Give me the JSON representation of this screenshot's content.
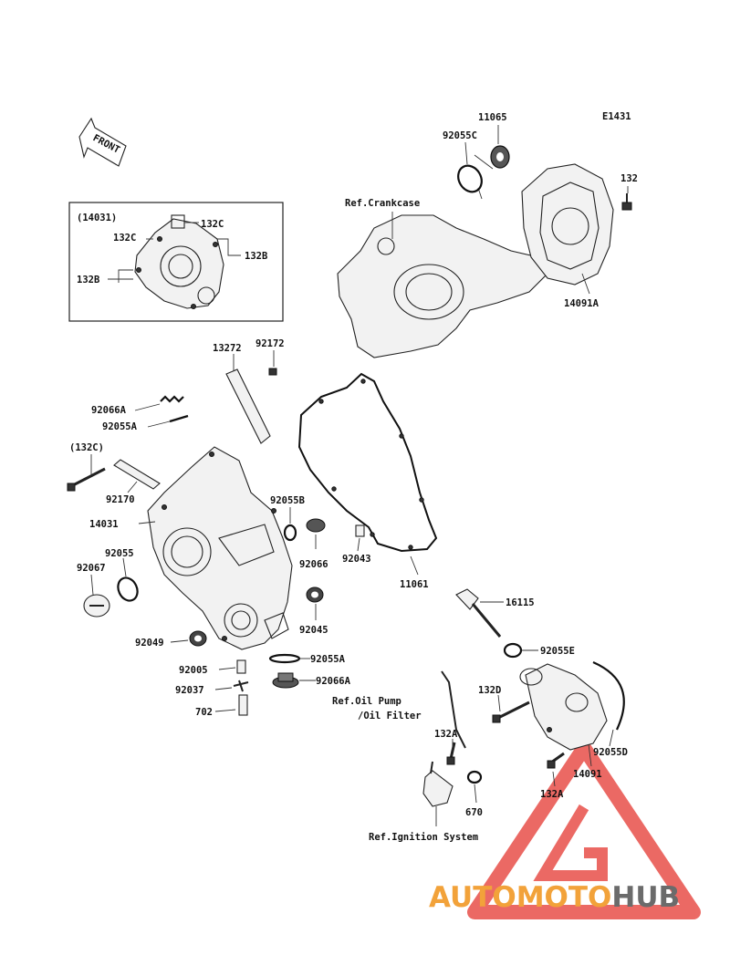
{
  "diagram_code": "E1431",
  "front_marker": "FRONT",
  "inset": {
    "title": "(14031)",
    "labels": {
      "c1": "132C",
      "c2": "132C",
      "b1": "132B",
      "b2": "132B"
    }
  },
  "labels": {
    "p11065": "11065",
    "p92055C": "92055C",
    "p132": "132",
    "p14091A": "14091A",
    "p13272": "13272",
    "p92172": "92172",
    "p92066A_top": "92066A",
    "p92055A_top": "92055A",
    "p132C_paren": "(132C)",
    "p92170": "92170",
    "p92055B": "92055B",
    "p14031": "14031",
    "p92055": "92055",
    "p92067": "92067",
    "p92066": "92066",
    "p92043": "92043",
    "p11061": "11061",
    "p92045": "92045",
    "p92049": "92049",
    "p92005": "92005",
    "p92055A_bot": "92055A",
    "p92037": "92037",
    "p92066A_bot": "92066A",
    "p702": "702",
    "p16115": "16115",
    "p92055E": "92055E",
    "p132D": "132D",
    "p132A_1": "132A",
    "p92055D": "92055D",
    "p14091": "14091",
    "p132A_2": "132A",
    "p670": "670"
  },
  "refs": {
    "crankcase": "Ref.Crankcase",
    "oil_pump_1": "Ref.Oil Pump",
    "oil_pump_2": "/Oil Filter",
    "ignition": "Ref.Ignition System"
  },
  "watermark": {
    "part1": "AUTOMOTO",
    "part2": "HUB",
    "color_red": "#e8504a",
    "color_orange": "#f2a23a",
    "color_gray": "#6b6b6b"
  }
}
